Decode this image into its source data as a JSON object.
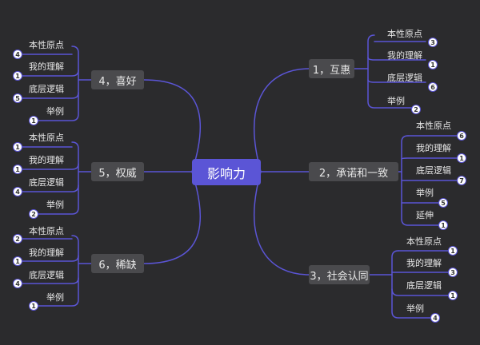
{
  "colors": {
    "background": "#2b2b2d",
    "line": "#5b55d6",
    "root": "#5b55d6",
    "branch": "#4a4a4d"
  },
  "root": {
    "label": "影响力"
  },
  "branches": {
    "b1": {
      "label": "1，互惠",
      "items": [
        {
          "label": "本性原点",
          "badge": "3"
        },
        {
          "label": "我的理解",
          "badge": "1"
        },
        {
          "label": "底层逻辑",
          "badge": "6"
        },
        {
          "label": "举例",
          "badge": "2"
        }
      ]
    },
    "b2": {
      "label": "2，承诺和一致",
      "items": [
        {
          "label": "本性原点",
          "badge": "6"
        },
        {
          "label": "我的理解",
          "badge": "1"
        },
        {
          "label": "底层逻辑",
          "badge": "7"
        },
        {
          "label": "举例",
          "badge": "5"
        },
        {
          "label": "延伸",
          "badge": "1"
        }
      ]
    },
    "b3": {
      "label": "3，社会认同",
      "items": [
        {
          "label": "本性原点",
          "badge": "1"
        },
        {
          "label": "我的理解",
          "badge": "3"
        },
        {
          "label": "底层逻辑",
          "badge": "1"
        },
        {
          "label": "举例",
          "badge": "4"
        }
      ]
    },
    "b4": {
      "label": "4，喜好",
      "items": [
        {
          "label": "本性原点",
          "badge": "4"
        },
        {
          "label": "我的理解",
          "badge": "1"
        },
        {
          "label": "底层逻辑",
          "badge": "5"
        },
        {
          "label": "举例",
          "badge": "1"
        }
      ]
    },
    "b5": {
      "label": "5，权威",
      "items": [
        {
          "label": "本性原点",
          "badge": "1"
        },
        {
          "label": "我的理解",
          "badge": "1"
        },
        {
          "label": "底层逻辑",
          "badge": "4"
        },
        {
          "label": "举例",
          "badge": "2"
        }
      ]
    },
    "b6": {
      "label": "6，稀缺",
      "items": [
        {
          "label": "本性原点",
          "badge": "2"
        },
        {
          "label": "我的理解",
          "badge": "1"
        },
        {
          "label": "底层逻辑",
          "badge": "4"
        },
        {
          "label": "举例",
          "badge": "1"
        }
      ]
    }
  }
}
